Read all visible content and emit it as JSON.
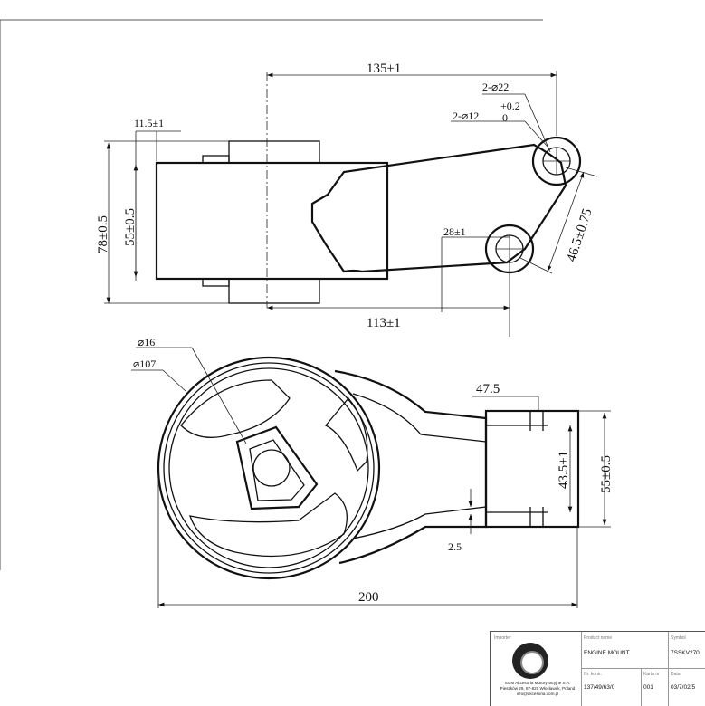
{
  "drawing": {
    "dimensions": {
      "d_135": "135±1",
      "d_2x22": "2-⌀22",
      "d_plus02": "+0.2",
      "d_2x12": "2-⌀12",
      "d_zero": "0",
      "d_115": "11.5±1",
      "d_78": "78±0.5",
      "d_55_side": "55±0.5",
      "d_28": "28±1",
      "d_465": "46.5±0.75",
      "d_113": "113±1",
      "d_16": "⌀16",
      "d_107": "⌀107",
      "d_475": "47.5",
      "d_435": "43.5±1",
      "d_55_front": "55±0.5",
      "d_25": "2.5",
      "d_200": "200"
    }
  },
  "title_block": {
    "importer_label": "Importer",
    "product_name_label": "Product name",
    "product_name": "ENGINE MOUNT",
    "symbol_label": "Symbol",
    "symbol": "7SSKV270",
    "company_line1": "SGM Akcesoria Motoryzacyjne S.A.",
    "company_line2": "Pieszków 29, 87-820 Włocławek, Poland",
    "company_line3": "info@akcesoria.com.pl",
    "ref_label": "Nr. kontr.",
    "ref_value": "137/49/63/0",
    "rev_label": "Karta nr",
    "rev_value": "001",
    "date_label": "Data",
    "date_value": "03/7/02/5"
  }
}
